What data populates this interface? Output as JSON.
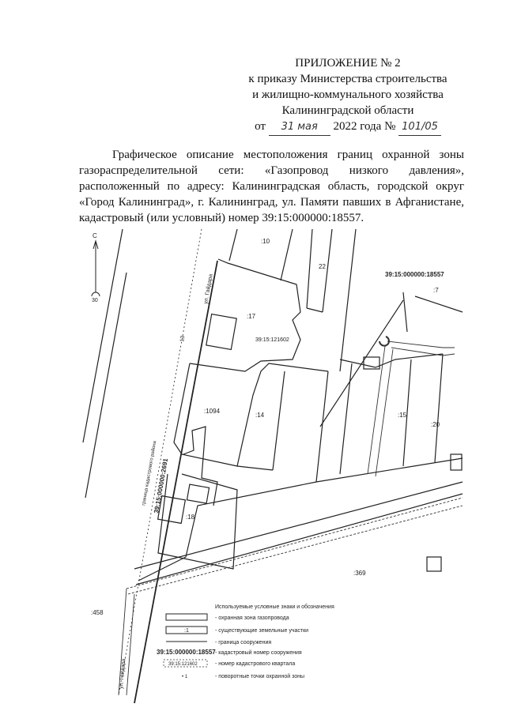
{
  "header": {
    "title": "ПРИЛОЖЕНИЕ № 2",
    "line1": "к приказу Министерства строительства",
    "line2": "и жилищно-коммунального хозяйства",
    "line3": "Калининградской области",
    "date_prefix": "от",
    "date_handwritten": "31 мая",
    "date_year": "2022 года №",
    "number_handwritten": "101/05"
  },
  "description": "Графическое описание местоположения границ охранной зоны газораспределительной сети: «Газопровод низкого давления», расположенный по адресу: Калининградская область, городской округ «Город Калининград», г. Калининград, ул. Памяти павших в Афганистане, кадастровый (или условный) номер 39:15:000000:18557.",
  "map": {
    "north": "С",
    "labels": {
      "p10": ":10",
      "p22": "22",
      "cad_top": "39:15:000000:18557",
      "p7": ":7",
      "p17": ":17",
      "quarter": "39:15:121602",
      "p1094": ":1094",
      "p14": ":14",
      "p15": ":15",
      "p20": ":20",
      "p18": ":18",
      "p458": ":458",
      "p369": ":369",
      "street_top": "ул. Гайдара",
      "street_bottom": "ул. Гайдара",
      "cad_road": "39:15:000000:2691",
      "boundary": "граница кадастрового района",
      "n13": "13",
      "n30": "30"
    }
  },
  "legend": {
    "title": "Используемые условные знаки и обозначения",
    "items": [
      {
        "sample": "",
        "text": "- охранная зона газопровода"
      },
      {
        "sample": ":1",
        "text": "- существующие земельные участки"
      },
      {
        "sample": "",
        "text": "- граница сооружения"
      },
      {
        "sample": "39:15:000000:18557",
        "text": "- кадастровый номер сооружения"
      },
      {
        "sample": "39:15:121602",
        "text": "- номер кадастрового квартала"
      },
      {
        "sample": "• 1",
        "text": "- поворотные точки охранной зоны"
      }
    ]
  }
}
